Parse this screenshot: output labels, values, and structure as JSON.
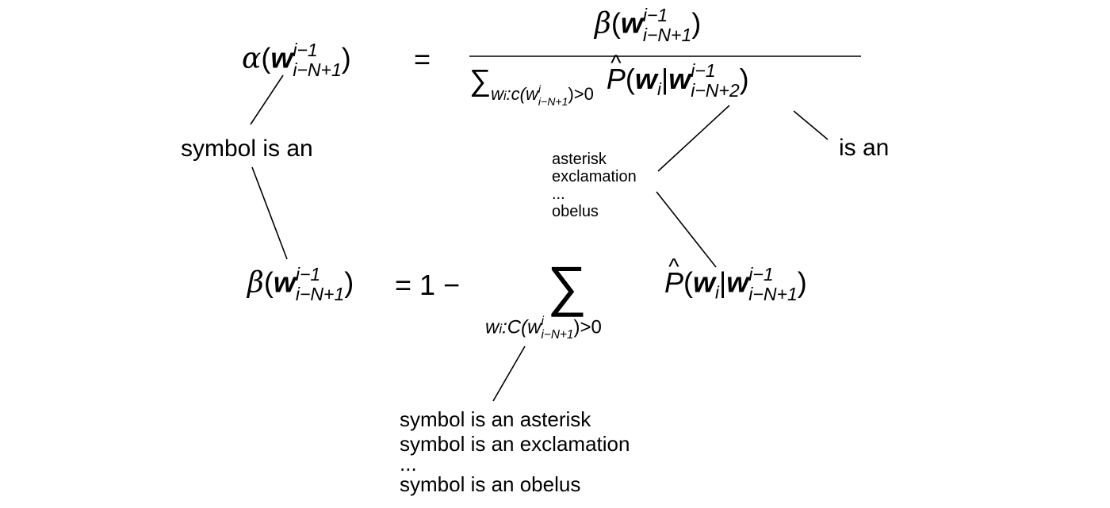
{
  "formula_top": {
    "lhs_fn": "α",
    "var": "w",
    "sup": "i−1",
    "sub_n1": "i−N+1",
    "sub_n2": "i−N+2",
    "equals": "=",
    "num_fn": "β",
    "sum_sym": "∑",
    "den_sub_prefix": "w",
    "den_sub_i": "i",
    "den_sub_c": ":c(",
    "den_sub_w": "w",
    "den_sub_sup": "i",
    "den_sub_tail": ")>0",
    "p_hat": "P",
    "wi_var": "w",
    "wi_sub": "i",
    "bar": "|"
  },
  "formula_bottom": {
    "lhs_fn": "β",
    "equals_one_minus": "= 1 −",
    "sum_sym": "∑",
    "sum_sub_prefix": "w",
    "sum_sub_i": "i",
    "sum_sub_c": ":C(",
    "sum_sub_w": "w",
    "sum_sub_sup": "i",
    "sum_sub_tail": ")>0",
    "p_hat": "P"
  },
  "labels": {
    "symbol_is_an": "symbol is an",
    "is_an": "is an",
    "middle_list": [
      "asterisk",
      "exclamation",
      "...",
      "obelus"
    ],
    "bottom_list": [
      "symbol is an asterisk",
      "symbol is an exclamation",
      "...",
      "symbol is an obelus"
    ]
  }
}
